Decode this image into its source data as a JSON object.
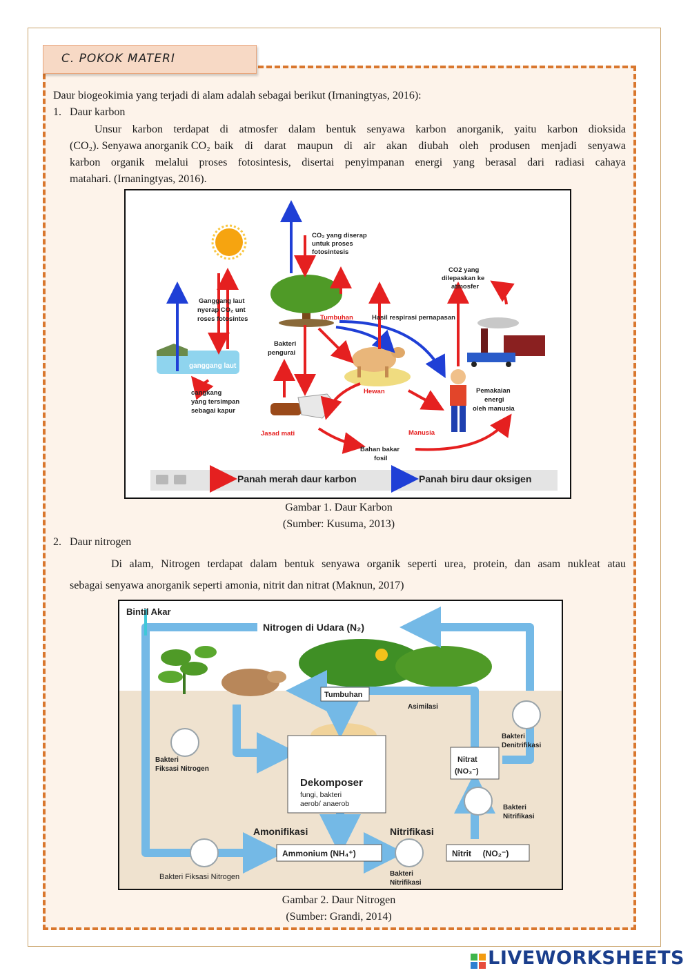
{
  "section_tab": "C. POKOK MATERI",
  "intro": "Daur biogeokimia yang terjadi di alam adalah sebagai berikut (Irnaningtyas, 2016):",
  "item1": {
    "number": "1.",
    "title": "Daur karbon",
    "para": [
      "Unsur karbon terdapat di atmosfer dalam bentuk senyawa karbon anorganik, yaitu karbon dioksida",
      "baik di darat maupun di air akan diubah oleh produsen menjadi senyawa",
      "karbon organik melalui proses fotosintesis, disertai penyimpanan energi yang berasal dari radiasi cahaya",
      "matahari. (Irnaningtyas, 2016)."
    ],
    "para_line2_start": "(CO₂). Senyawa anorganik CO₂",
    "caption": "Gambar 1. Daur Karbon",
    "source": "(Sumber: Kusuma, 2013)"
  },
  "fig1": {
    "labels": {
      "co2_absorbed": [
        "CO₂ yang diserap",
        "untuk proses",
        "fotosintesis"
      ],
      "co2_released": [
        "CO2 yang",
        "dilepaskan ke",
        "atmosfer"
      ],
      "seaweed_absorb": [
        "Ganggang laut",
        "nyerap CO₂ unt",
        "roses fotosintes"
      ],
      "tumbuhan": "Tumbuhan",
      "respirasi": "Hasil respirasi pernapasan",
      "bakteri": [
        "Bakteri",
        "pengurai"
      ],
      "ganggang": "ganggang laut",
      "cangkang": [
        "cangkang",
        "yang tersimpan",
        "sebagai kapur"
      ],
      "hewan": "Hewan",
      "pemakaian": [
        "Pemakaian",
        "energi",
        "oleh manusia"
      ],
      "jasad": "Jasad mati",
      "manusia": "Manusia",
      "bahan_bakar": [
        "Bahan bakar",
        "fosil"
      ]
    },
    "legend": {
      "red": "Panah merah daur karbon",
      "blue": "Panah biru daur oksigen"
    },
    "colors": {
      "red_arrow": "#e52020",
      "blue_arrow": "#1f3fd6"
    }
  },
  "item2": {
    "number": "2.",
    "title": "Daur nitrogen",
    "para": [
      "Di alam, Nitrogen terdapat dalam bentuk senyawa organik seperti urea, protein, dan asam nukleat atau",
      "sebagai senyawa anorganik seperti amonia, nitrit dan nitrat (Maknun, 2017)"
    ],
    "caption": "Gambar 2. Daur Nitrogen",
    "source": "(Sumber: Grandi, 2014)"
  },
  "fig2": {
    "bintil_akar": "Bintil Akar",
    "nitrogen_udara": "Nitrogen di Udara (N₂)",
    "tumbuhan": "Tumbuhan",
    "asimilasi": "Asimilasi",
    "bakteri_denitrifikasi": [
      "Bakteri",
      "Denitrifikasi"
    ],
    "bakteri_fiksasi": [
      "Bakteri",
      "Fiksasi Nitrogen"
    ],
    "dekomposer": "Dekomposer",
    "dekomposer_sub": [
      "fungi, bakteri",
      "aerob/ anaerob"
    ],
    "nitrat": [
      "Nitrat",
      "(NO₃⁻)"
    ],
    "bakteri_nitrifikasi": [
      "Bakteri",
      "Nitrifikasi"
    ],
    "amonifikasi": "Amonifikasi",
    "nitrifikasi": "Nitrifikasi",
    "ammonium": "Ammonium (NH₄⁺)",
    "nitrit": "Nitrit     (NO₂⁻)",
    "bakteri_fiksasi_bottom": "Bakteri Fiksasi Nitrogen",
    "bakteri_nitrifikasi_bottom": [
      "Bakteri",
      "Nitrifikasi"
    ],
    "colors": {
      "arrow": "#74b9e6",
      "soil": "#efe2cf"
    }
  },
  "watermark": "LIVEWORKSHEETS"
}
